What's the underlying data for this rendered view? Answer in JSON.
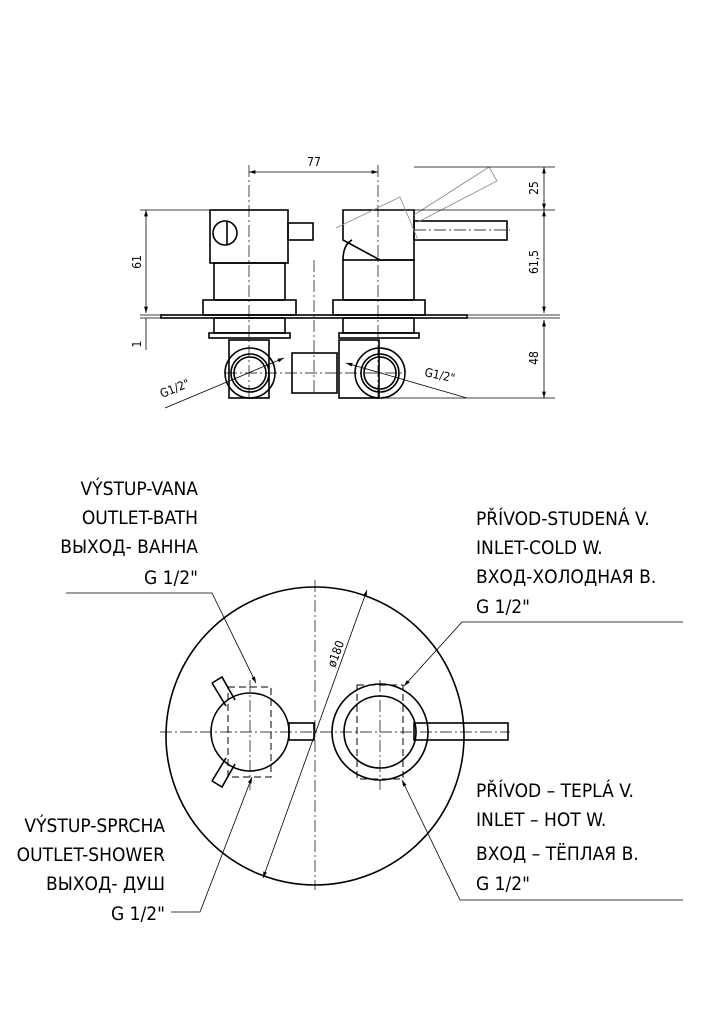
{
  "top_view": {
    "dim_spacing": "77",
    "dim_left_height": "61",
    "dim_left_plate": "1",
    "dim_right_top": "25",
    "dim_right_mid": "61,5",
    "dim_right_bottom": "48",
    "thread_left": "G1/2\"",
    "thread_right": "G1/2\""
  },
  "front_view": {
    "diameter": "ø180",
    "outlet_bath": [
      "VÝSTUP-VANA",
      "OUTLET-BATH",
      "ВЫХОД- ВАННА",
      "G 1/2\""
    ],
    "inlet_cold": [
      "PŘÍVOD-STUDENÁ V.",
      "INLET-COLD W.",
      "ВХОД-ХОЛОДНАЯ В.",
      "G 1/2\""
    ],
    "inlet_hot": [
      "PŘÍVOD – TEPLÁ V.",
      "INLET – HOT W.",
      "ВХОД – ТЁПЛАЯ В.",
      "G 1/2\""
    ],
    "outlet_shower": [
      "VÝSTUP-SPRCHA",
      "OUTLET-SHOWER",
      "ВЫХОД- ДУШ",
      "G 1/2\""
    ]
  }
}
